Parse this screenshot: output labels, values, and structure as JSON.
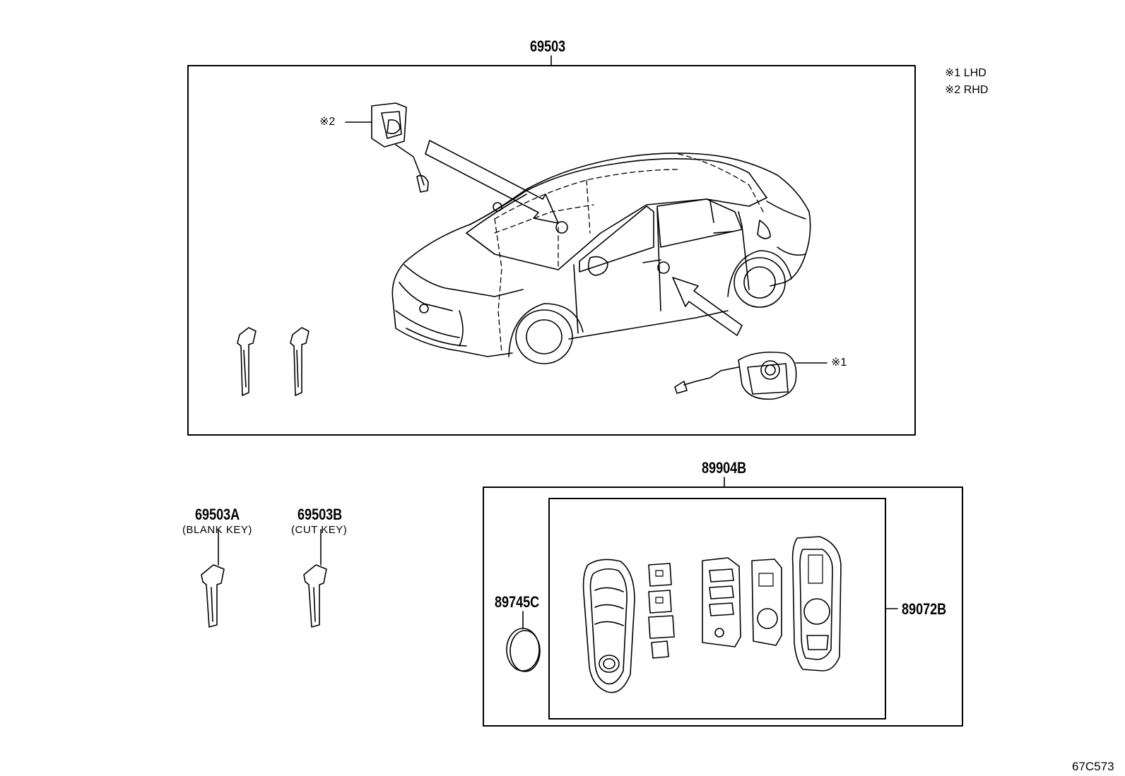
{
  "callouts": {
    "kit_main": "69503",
    "kit_remote": "89904B",
    "blank_key": "69503A",
    "cut_key": "69503B",
    "battery": "89745C",
    "remote_housing": "89072B"
  },
  "captions": {
    "blank_key": "(BLANK KEY)",
    "cut_key": "(CUT KEY)"
  },
  "notes": {
    "lhd": "※1 LHD",
    "rhd": "※2 RHD",
    "marker_1": "※1",
    "marker_2": "※2"
  },
  "illustration_id": "67C573"
}
